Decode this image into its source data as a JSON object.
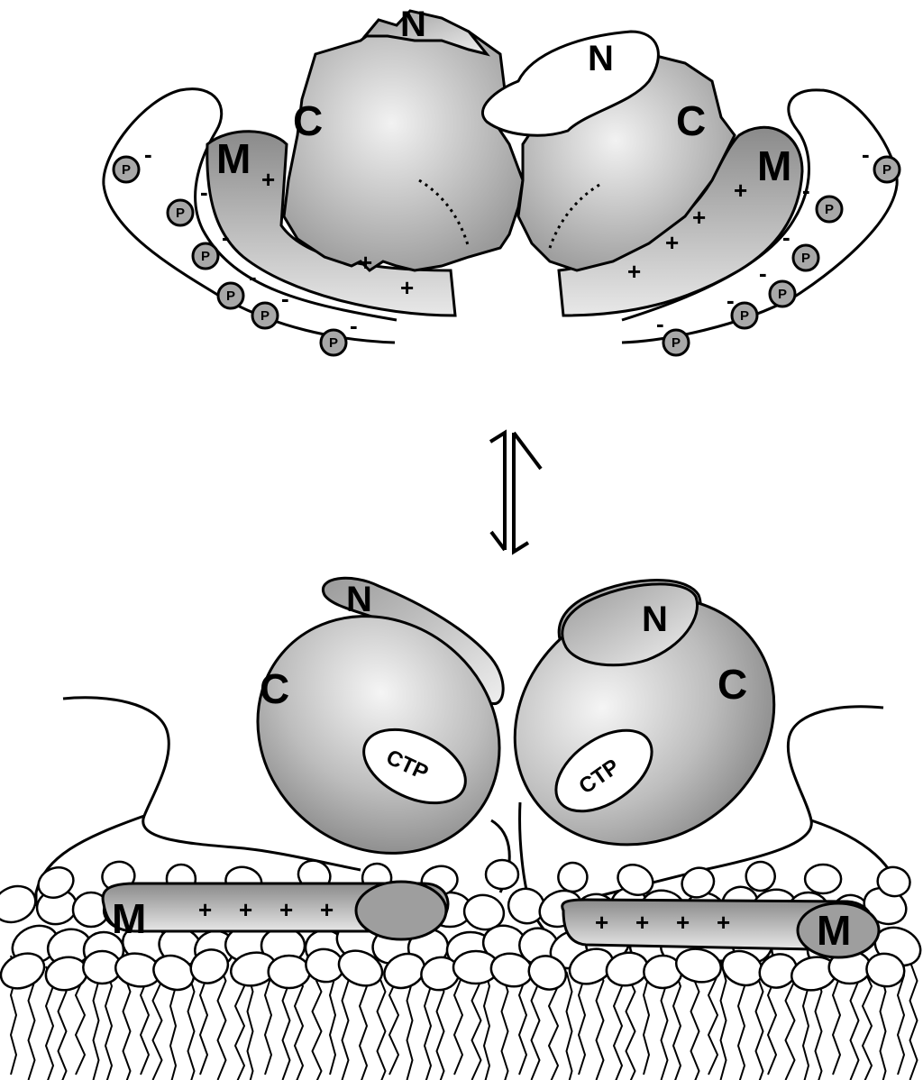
{
  "top": {
    "left_labels": {
      "n": "N",
      "c": "C",
      "m": "M"
    },
    "right_labels": {
      "n": "N",
      "c": "C",
      "m": "M"
    },
    "phosphate_label": "P",
    "plus_sign": "+",
    "minus_sign": "-"
  },
  "bottom": {
    "left_labels": {
      "n": "N",
      "c": "C",
      "m": "M",
      "ctp": "CTP"
    },
    "right_labels": {
      "n": "N",
      "c": "C",
      "m": "M",
      "ctp": "CTP"
    },
    "plus_sign": "+"
  },
  "equilibrium_symbol": "⇌"
}
